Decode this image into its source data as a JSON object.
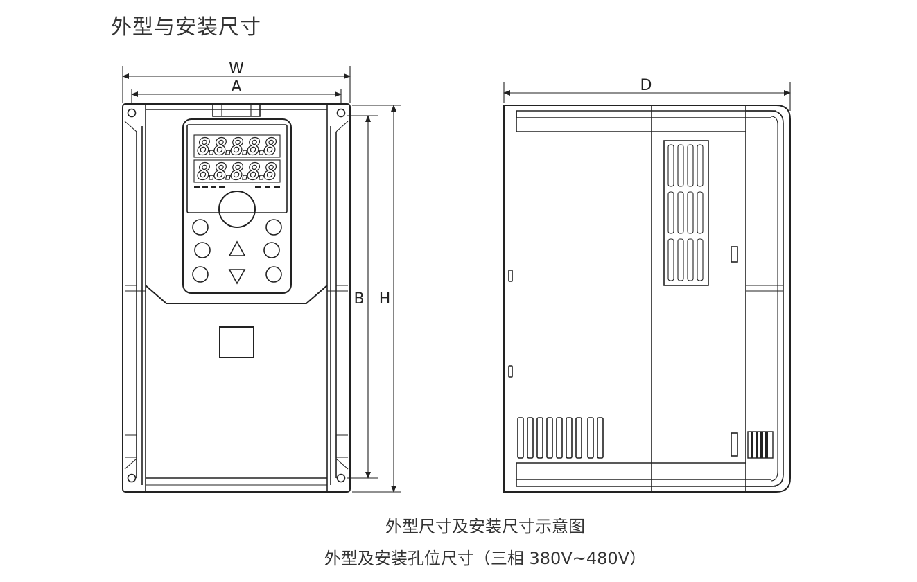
{
  "page": {
    "title": "外型与安装尺寸"
  },
  "front_view": {
    "dim_width": "W",
    "dim_mount_width": "A",
    "dim_mount_height": "B",
    "dim_height": "H",
    "display_line_1": "8.8.8.8.8",
    "display_line_2": "8.8.8.8.8",
    "keys": [
      "circle",
      "circle",
      "up-triangle",
      "circle",
      "circle",
      "down-triangle",
      "circle"
    ]
  },
  "side_view": {
    "dim_depth": "D"
  },
  "captions": {
    "line1": "外型尺寸及安装尺寸示意图",
    "line2": "外型及安装孔位尺寸（三相 380V~480V）"
  }
}
